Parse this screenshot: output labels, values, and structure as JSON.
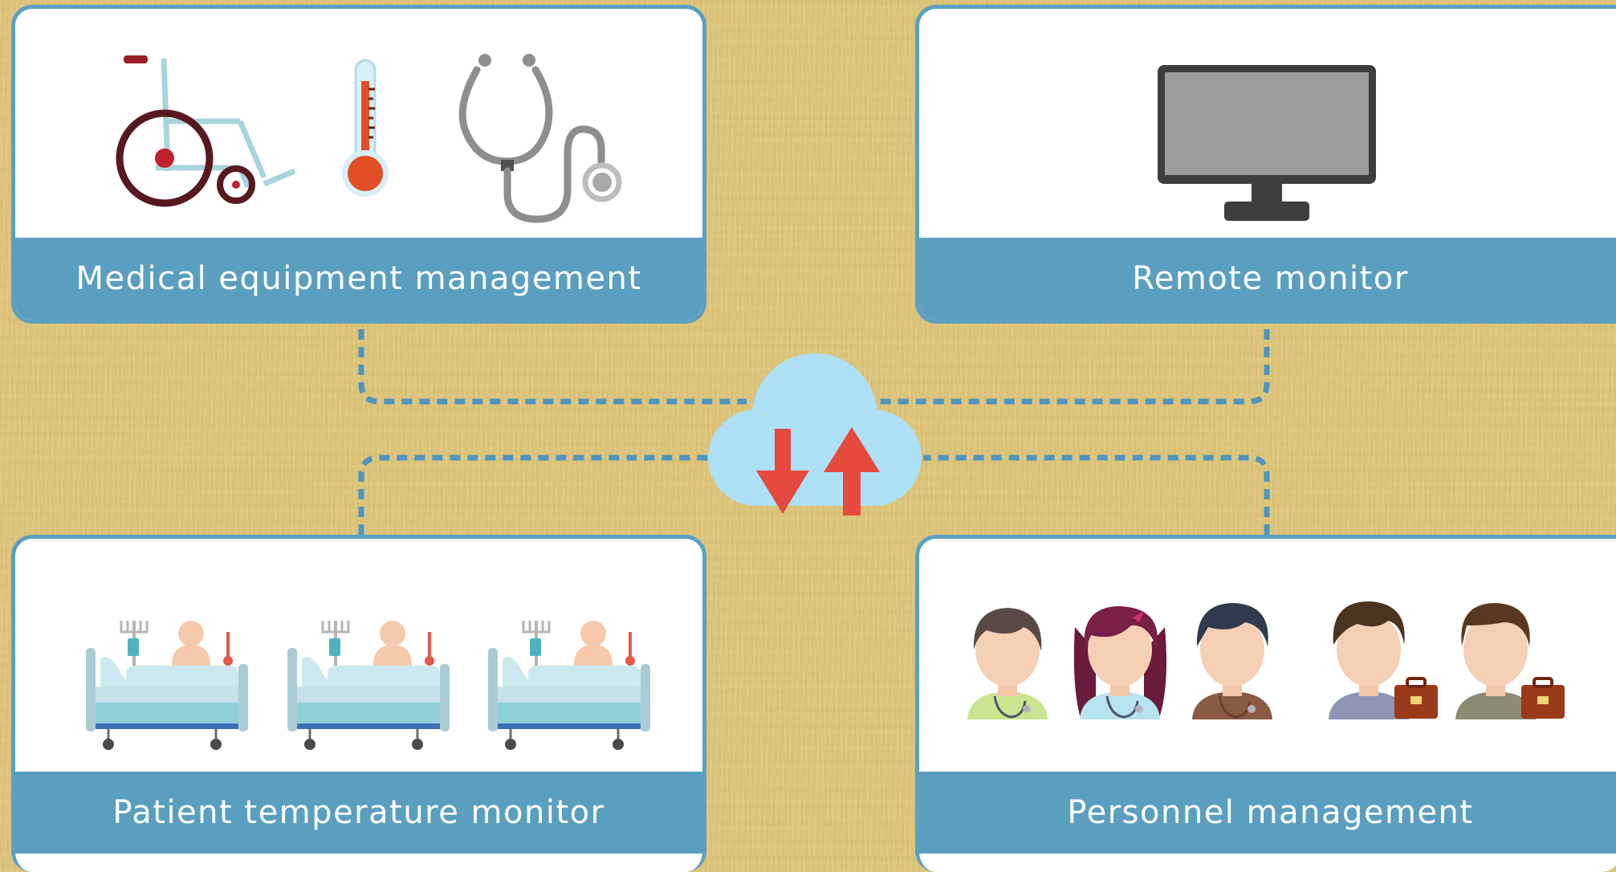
{
  "panels": {
    "medical_equipment": {
      "label": "Medical equipment management"
    },
    "remote_monitor": {
      "label": "Remote monitor"
    },
    "patient_temperature": {
      "label": "Patient temperature monitor"
    },
    "personnel": {
      "label": "Personnel management"
    }
  },
  "icons": {
    "medical_equipment": [
      "wheelchair-icon",
      "thermometer-icon",
      "stethoscope-icon"
    ],
    "remote_monitor": [
      "monitor-icon"
    ],
    "patient_temperature": [
      "hospital-bed-icon",
      "hospital-bed-icon",
      "hospital-bed-icon"
    ],
    "personnel": [
      "doctor-avatar-icon",
      "nurse-avatar-icon",
      "doctor-avatar-icon",
      "staff-avatar-icon",
      "staff-avatar-icon"
    ],
    "hub": [
      "cloud-icon",
      "down-arrow-icon",
      "up-arrow-icon"
    ]
  },
  "colors": {
    "background": "#dcc378",
    "panel_border": "#5d9fc1",
    "label_bar": "#5b9fc0",
    "connector": "#4f95bd",
    "cloud": "#aee0f6",
    "arrows": "#e64a3f"
  }
}
